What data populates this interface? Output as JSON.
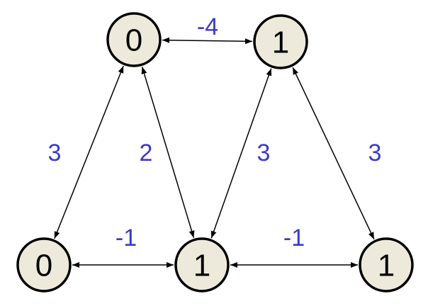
{
  "colors": {
    "node_fill": "#eeeadb",
    "node_stroke": "#000000",
    "edge_stroke": "#000000",
    "weight_text": "#3b3bc8"
  },
  "nodes": [
    {
      "id": "top-left",
      "label": "0"
    },
    {
      "id": "top-right",
      "label": "1"
    },
    {
      "id": "bottom-left",
      "label": "0"
    },
    {
      "id": "bottom-middle",
      "label": "1"
    },
    {
      "id": "bottom-right",
      "label": "1"
    }
  ],
  "edges": [
    {
      "from": "top-left",
      "to": "top-right",
      "weight": "-4",
      "bidirectional": true
    },
    {
      "from": "top-left",
      "to": "bottom-left",
      "weight": "3",
      "bidirectional": true
    },
    {
      "from": "top-left",
      "to": "bottom-middle",
      "weight": "2",
      "bidirectional": true
    },
    {
      "from": "top-right",
      "to": "bottom-middle",
      "weight": "3",
      "bidirectional": true
    },
    {
      "from": "top-right",
      "to": "bottom-right",
      "weight": "3",
      "bidirectional": true
    },
    {
      "from": "bottom-left",
      "to": "bottom-middle",
      "weight": "-1",
      "bidirectional": true
    },
    {
      "from": "bottom-middle",
      "to": "bottom-right",
      "weight": "-1",
      "bidirectional": true
    }
  ]
}
